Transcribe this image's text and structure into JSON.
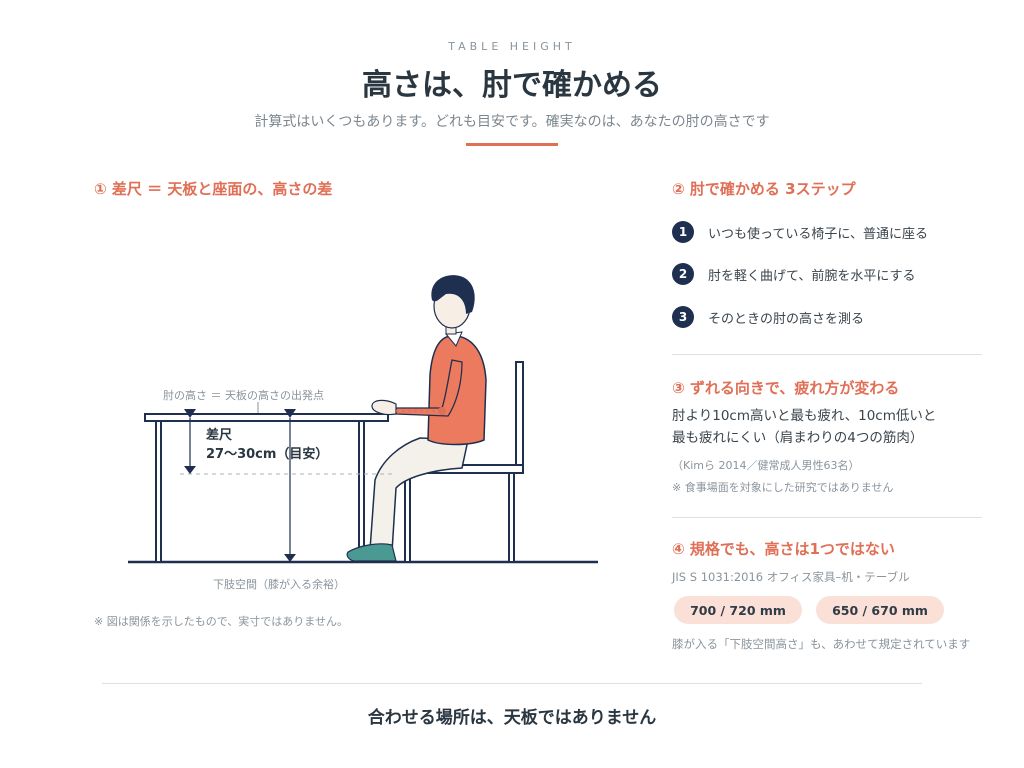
{
  "header": {
    "eyebrow": "TABLE HEIGHT",
    "title": "高さは、肘で確かめる",
    "subtitle": "計算式はいくつもあります。どれも目安です。確実なのは、あなたの肘の高さです"
  },
  "diagram": {
    "heading": "① 差尺 ＝ 天板と座面の、高さの差",
    "elbow_label": "肘の高さ ＝ 天板の高さの出発点",
    "sashaku_label": "差尺",
    "sashaku_range": "27〜30cm（目安）",
    "legroom_label": "下肢空間（膝が入る余裕）",
    "note": "※ 図は関係を示したもので、実寸ではありません。"
  },
  "steps": {
    "heading": "② 肘で確かめる 3ステップ",
    "items": [
      {
        "num": "1",
        "text": "いつも使っている椅子に、普通に座る"
      },
      {
        "num": "2",
        "text": "肘を軽く曲げて、前腕を水平にする"
      },
      {
        "num": "3",
        "text": "そのときの肘の高さを測る"
      }
    ]
  },
  "fatigue": {
    "heading": "③ ずれる向きで、疲れ方が変わる",
    "line1": "肘より10cm高いと最も疲れ、10cm低いと",
    "line2": "最も疲れにくい（肩まわりの4つの筋肉）",
    "citation": "（Kimら 2014／健常成人男性63名）",
    "note": "※ 食事場面を対象にした研究ではありません"
  },
  "standard": {
    "heading": "④ 規格でも、高さは1つではない",
    "jis": "JIS S 1031:2016 オフィス家具–机・テーブル",
    "pills": [
      "700 / 720 mm",
      "650 / 670 mm"
    ],
    "note": "膝が入る「下肢空間高さ」も、あわせて規定されています"
  },
  "footer": {
    "text": "合わせる場所は、天板ではありません"
  },
  "colors": {
    "accent": "#e06f56",
    "navy": "#1f2f4f",
    "shirt": "#ec7a5e",
    "pants": "#f3f1ea",
    "shoe": "#4a9a93",
    "pill_bg": "#fbe0d8"
  }
}
